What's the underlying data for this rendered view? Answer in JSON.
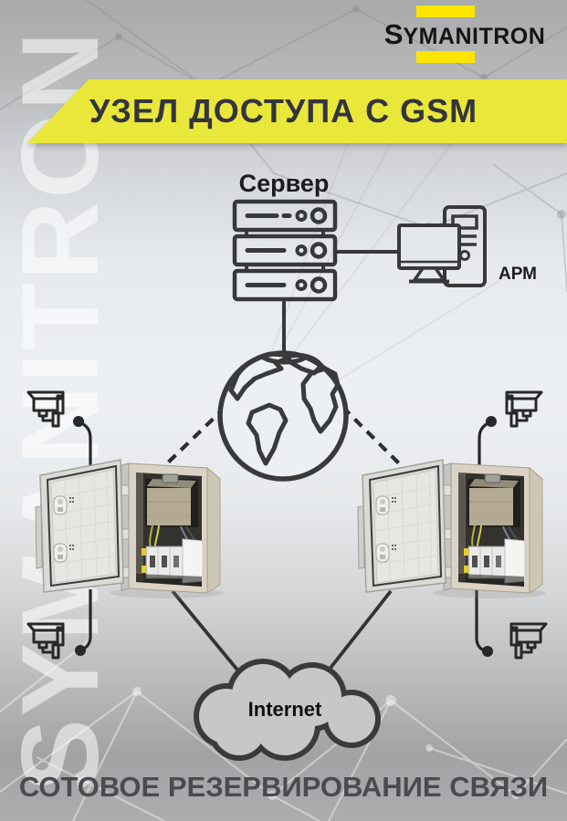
{
  "brand": {
    "logo_first": "S",
    "logo_rest": "YMANITRON",
    "watermark": "SYMANITRON"
  },
  "banner": {
    "title": "УЗЕЛ ДОСТУПА С GSM"
  },
  "diagram": {
    "server_label": "Сервер",
    "workstation_label": "АРМ",
    "cloud_label": "Internet"
  },
  "footer": {
    "title": "СОТОВОЕ РЕЗЕРВИРОВАНИЕ СВЯЗИ"
  },
  "colors": {
    "accent_yellow": "#fde501",
    "banner_yellow": "#e9e73a",
    "diagram_stroke": "#3a3a3c",
    "background_top": "#a7a9ab",
    "background_middle": "#edf0f2",
    "background_bottom": "#a2a2a4"
  },
  "icons": {
    "server_rack": "three-stacked-rack-units",
    "workstation": "desktop-pc-tower-and-monitor",
    "globe": "earth-globe-outline",
    "cctv_camera": "bullet-surveillance-camera",
    "cloud": "internet-cloud-outline",
    "cabinet": "outdoor-equipment-cabinet-photo"
  }
}
